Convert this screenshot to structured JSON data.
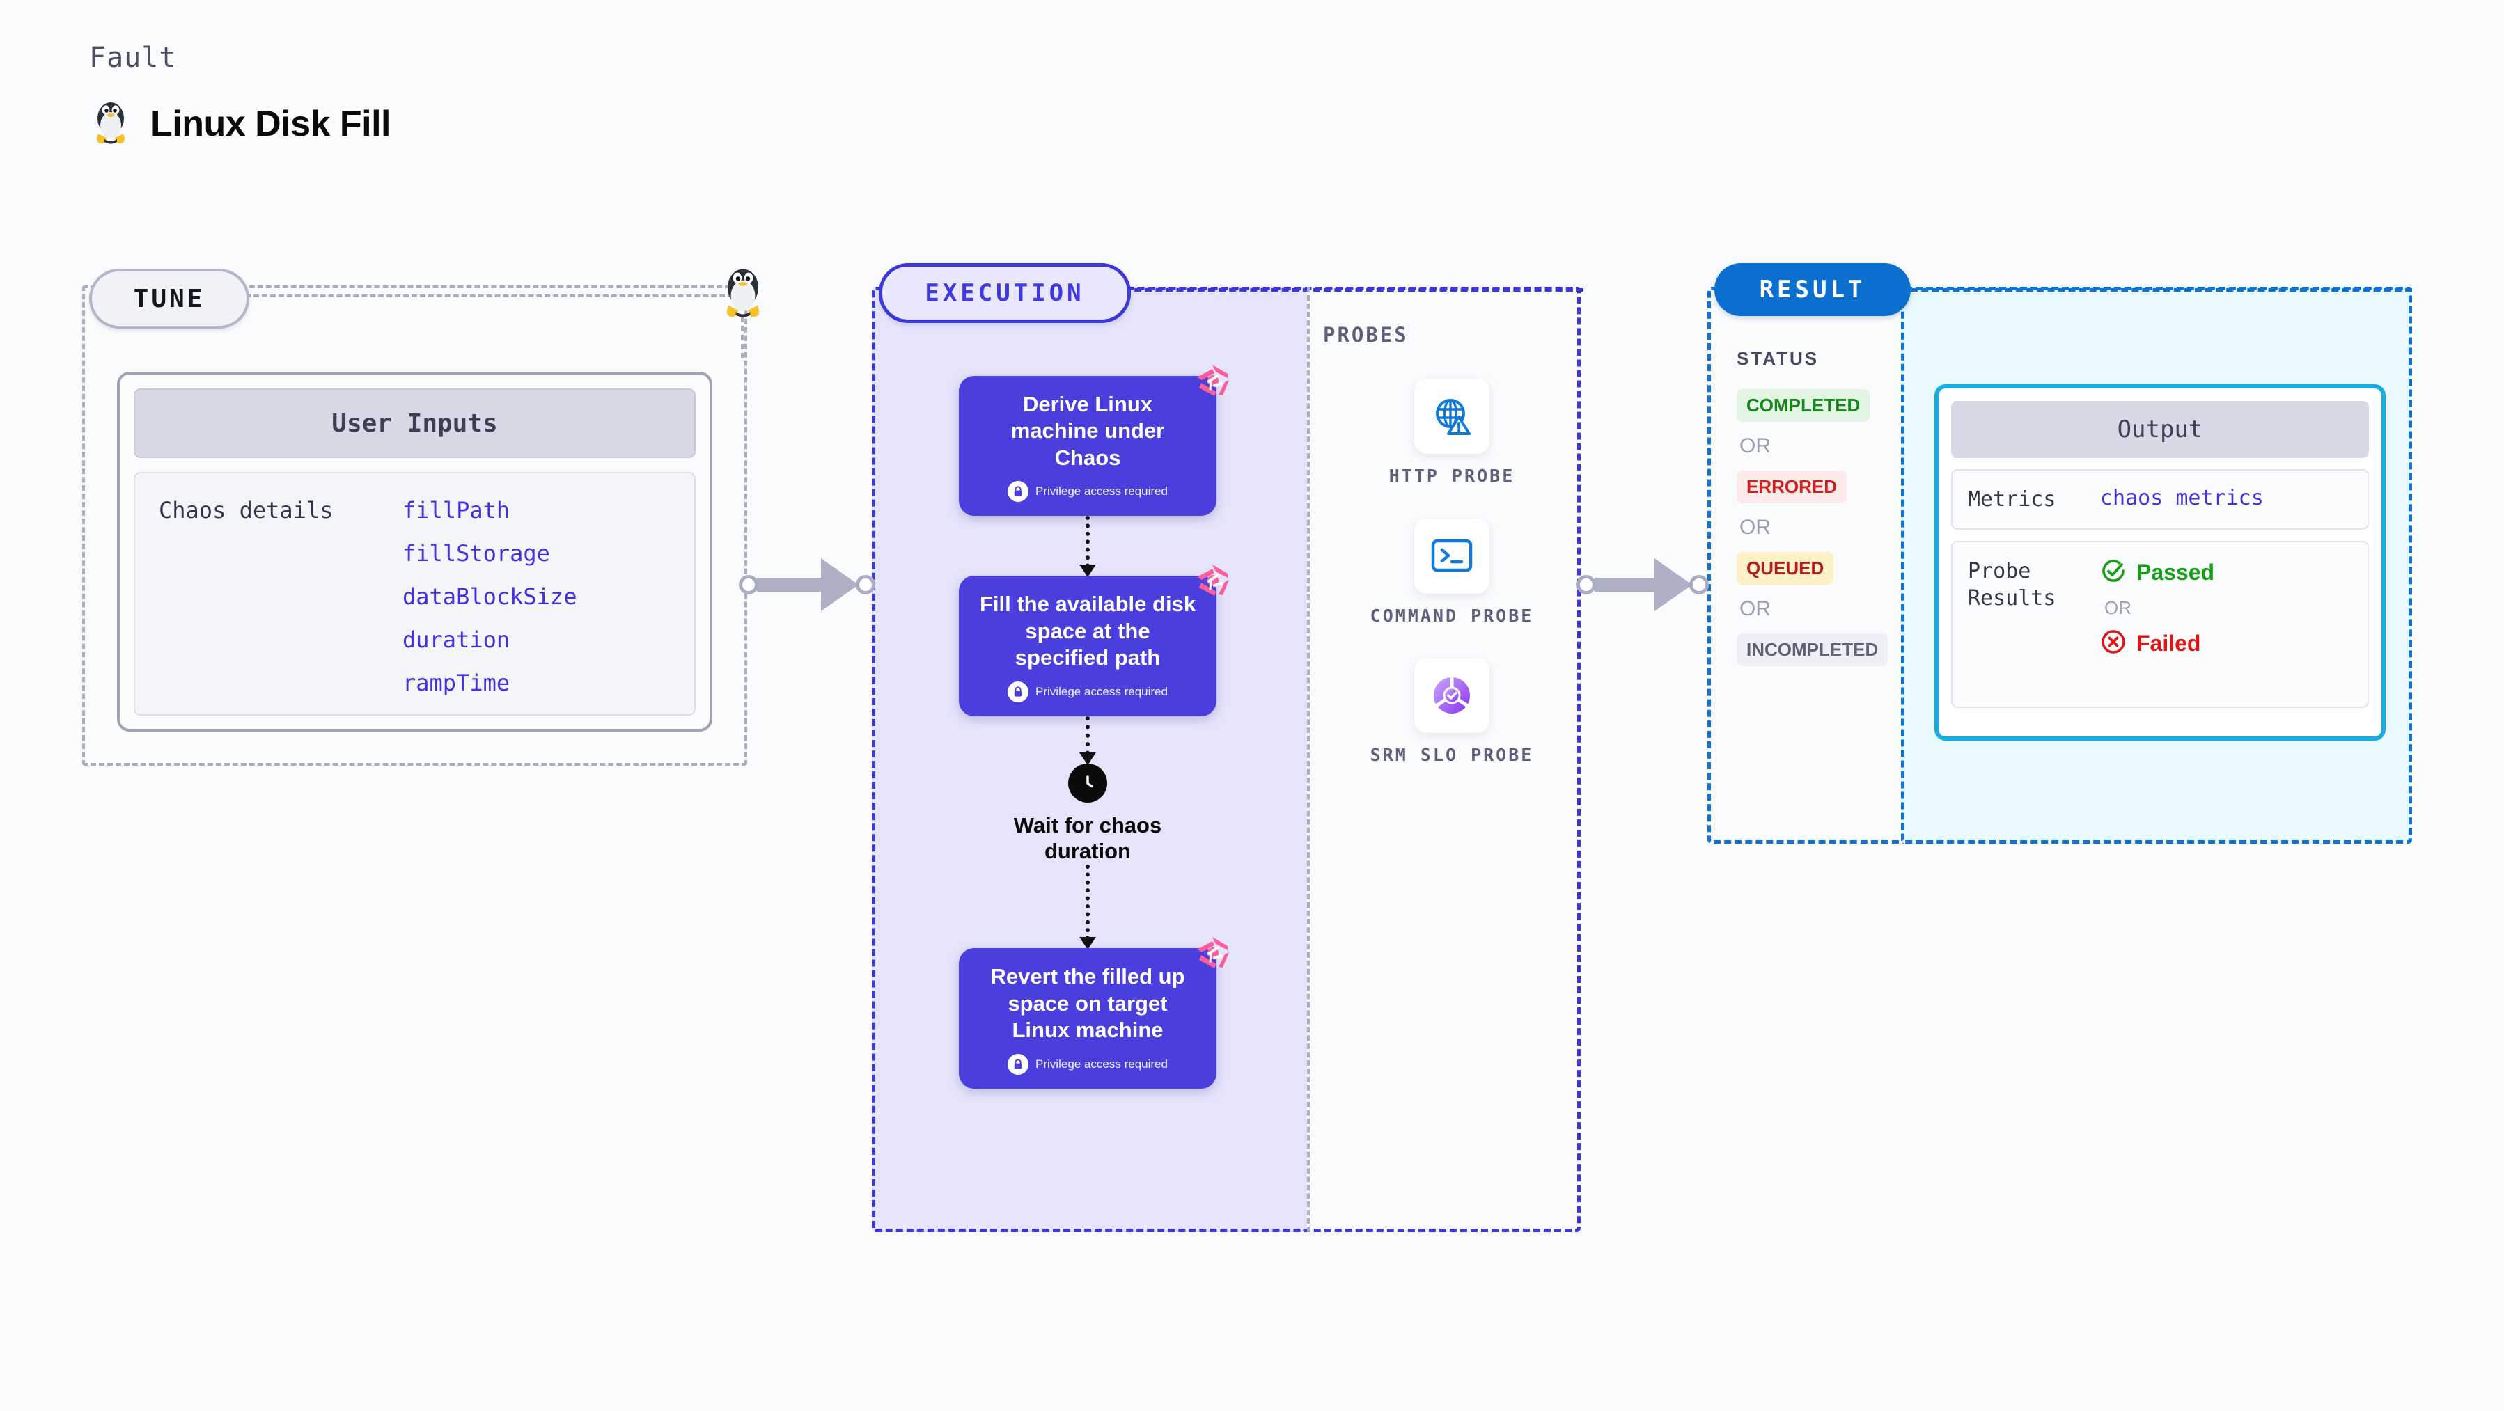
{
  "header": {
    "eyebrow": "Fault",
    "title": "Linux Disk Fill",
    "icon": "linux-penguin-icon"
  },
  "tune": {
    "pill_label": "TUNE",
    "card": {
      "header": "User Inputs",
      "row_label": "Chaos details",
      "params": [
        "fillPath",
        "fillStorage",
        "dataBlockSize",
        "duration",
        "rampTime"
      ]
    },
    "edge_icon": "linux-penguin-icon"
  },
  "execution": {
    "pill_label": "EXECUTION",
    "steps": [
      {
        "type": "task",
        "title": "Derive Linux machine under Chaos",
        "privilege_note": "Privilege access required",
        "badge_icon": "litmus-chaos-logo-icon",
        "lock_icon": "lock-icon"
      },
      {
        "type": "task",
        "title": "Fill the available disk space at the specified path",
        "privilege_note": "Privilege access required",
        "badge_icon": "litmus-chaos-logo-icon",
        "lock_icon": "lock-icon"
      },
      {
        "type": "wait",
        "title": "Wait for chaos duration",
        "icon": "clock-icon"
      },
      {
        "type": "task",
        "title": "Revert the filled up space on target Linux machine",
        "privilege_note": "Privilege access required",
        "badge_icon": "litmus-chaos-logo-icon",
        "lock_icon": "lock-icon"
      }
    ]
  },
  "probes": {
    "title": "PROBES",
    "items": [
      {
        "label": "HTTP PROBE",
        "icon": "globe-warning-icon"
      },
      {
        "label": "COMMAND PROBE",
        "icon": "terminal-icon"
      },
      {
        "label": "SRM SLO PROBE",
        "icon": "slo-donut-check-icon"
      }
    ]
  },
  "result": {
    "pill_label": "RESULT",
    "status_title": "STATUS",
    "or_label": "OR",
    "statuses": [
      {
        "label": "COMPLETED",
        "bg": "#e3f6e3",
        "fg": "#19851d"
      },
      {
        "label": "ERRORED",
        "bg": "#fdeaea",
        "fg": "#cf2020"
      },
      {
        "label": "QUEUED",
        "bg": "#fdf1c6",
        "fg": "#b21d1d"
      },
      {
        "label": "INCOMPLETED",
        "bg": "#eff0f5",
        "fg": "#5d6377"
      }
    ],
    "output": {
      "header": "Output",
      "metrics_key": "Metrics",
      "metrics_value": "chaos metrics",
      "probe_results_key": "Probe Results",
      "passed_label": "Passed",
      "failed_label": "Failed",
      "or_label": "OR",
      "passed_icon": "check-circle-icon",
      "failed_icon": "x-circle-icon"
    }
  },
  "colors": {
    "page_bg": "#fafbfd",
    "tune_border": "#a9adbe",
    "execution_accent": "#3c37d8",
    "execution_fill": "#e5e4fa",
    "step_card": "#4a3fdc",
    "result_accent": "#1272d3",
    "result_fill": "#e9fafe",
    "output_border": "#16ade3",
    "param_link": "#4430e0",
    "litmus_pink": "#fb5c9a",
    "arrow_gray": "#aeb1c6"
  }
}
